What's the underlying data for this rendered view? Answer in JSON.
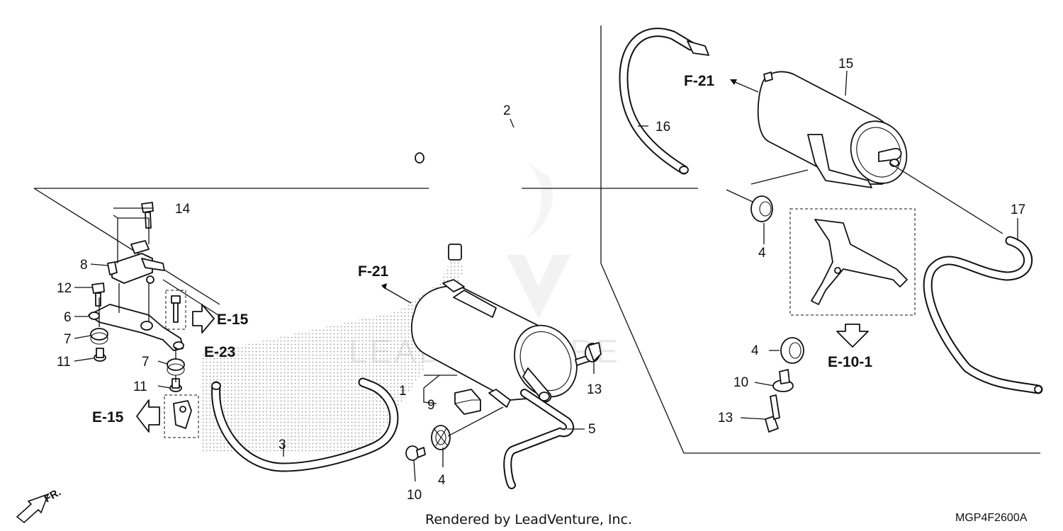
{
  "diagram": {
    "footer": "Rendered by LeadVenture, Inc.",
    "code": "MGP4F2600A",
    "watermark": "LEADVENTURE",
    "front_indicator": "FR.",
    "callouts": {
      "c1": "1",
      "c2": "2",
      "c3": "3",
      "c4a": "4",
      "c4b": "4",
      "c4c": "4",
      "c5": "5",
      "c6": "6",
      "c7a": "7",
      "c7b": "7",
      "c8": "8",
      "c9": "9",
      "c10a": "10",
      "c10b": "10",
      "c11a": "11",
      "c11b": "11",
      "c12": "12",
      "c13a": "13",
      "c13b": "13",
      "c14": "14",
      "c15": "15",
      "c16": "16",
      "c17": "17"
    },
    "refs": {
      "f21_main": "F-21",
      "f21_inset": "F-21",
      "e15_upper": "E-15",
      "e15_lower": "E-15",
      "e23": "E-23",
      "e10_1": "E-10-1"
    }
  }
}
